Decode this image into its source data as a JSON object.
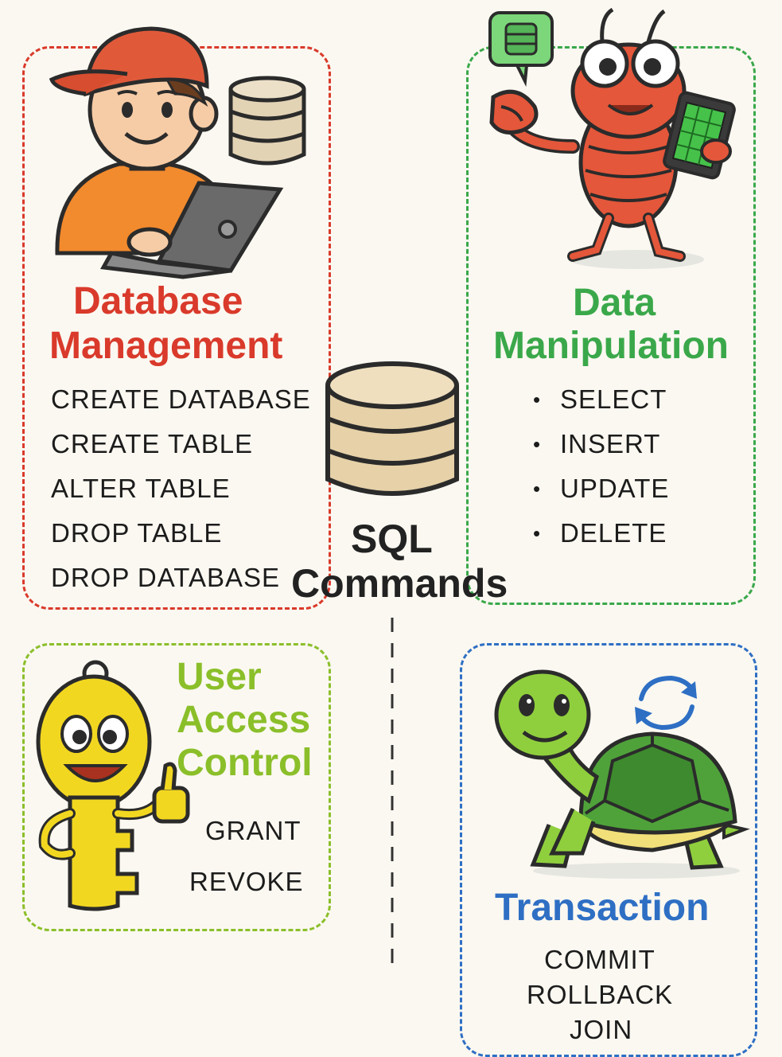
{
  "center": {
    "title_line1": "SQL",
    "title_line2": "Commands"
  },
  "colors": {
    "database_management": "#d93a2b",
    "data_manipulation": "#3aa84a",
    "user_access_control": "#8bbf2a",
    "transaction": "#2e6fc4"
  },
  "sections": {
    "database_management": {
      "title_line1": "Database",
      "title_line2": "Management",
      "commands": [
        "CREATE DATABASE",
        "CREATE TABLE",
        "ALTER TABLE",
        "DROP TABLE",
        "DROP DATABASE"
      ]
    },
    "data_manipulation": {
      "title_line1": "Data",
      "title_line2": "Manipulation",
      "commands": [
        "SELECT",
        "INSERT",
        "UPDATE",
        "DELETE"
      ]
    },
    "user_access_control": {
      "title_line1": "User",
      "title_line2": "Access",
      "title_line3": "Control",
      "commands": [
        "GRANT",
        "REVOKE"
      ]
    },
    "transaction": {
      "title": "Transaction",
      "commands": [
        "COMMIT",
        "ROLLBACK",
        "JOIN"
      ]
    }
  },
  "icons": [
    "database-icon",
    "laptop-icon",
    "boy-icon",
    "lobster-icon",
    "tablet-icon",
    "key-icon",
    "turtle-icon",
    "refresh-icon"
  ]
}
